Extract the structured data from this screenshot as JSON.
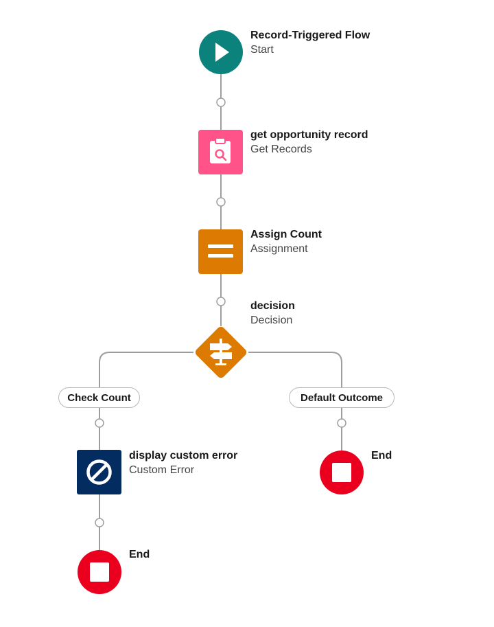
{
  "nodes": {
    "start": {
      "title": "Record-Triggered Flow",
      "subtitle": "Start",
      "color": "#0b827c"
    },
    "get_records": {
      "title": "get opportunity record",
      "subtitle": "Get Records",
      "color": "#ff538a"
    },
    "assignment": {
      "title": "Assign Count",
      "subtitle": "Assignment",
      "color": "#dd7a01"
    },
    "decision": {
      "title": "decision",
      "subtitle": "Decision",
      "color": "#dd7a01"
    },
    "custom_error": {
      "title": "display custom error",
      "subtitle": "Custom Error",
      "color": "#032d60"
    },
    "end_left": {
      "title": "End",
      "color": "#ea001e"
    },
    "end_right": {
      "title": "End",
      "color": "#ea001e"
    }
  },
  "outcomes": {
    "left": "Check Count",
    "right": "Default Outcome"
  },
  "icons": {
    "start": "play-icon",
    "get_records": "clipboard-search-icon",
    "assignment": "equals-icon",
    "decision": "signpost-icon",
    "custom_error": "prohibited-icon",
    "end": "stop-icon"
  },
  "connector_color": "#9e9e9e"
}
